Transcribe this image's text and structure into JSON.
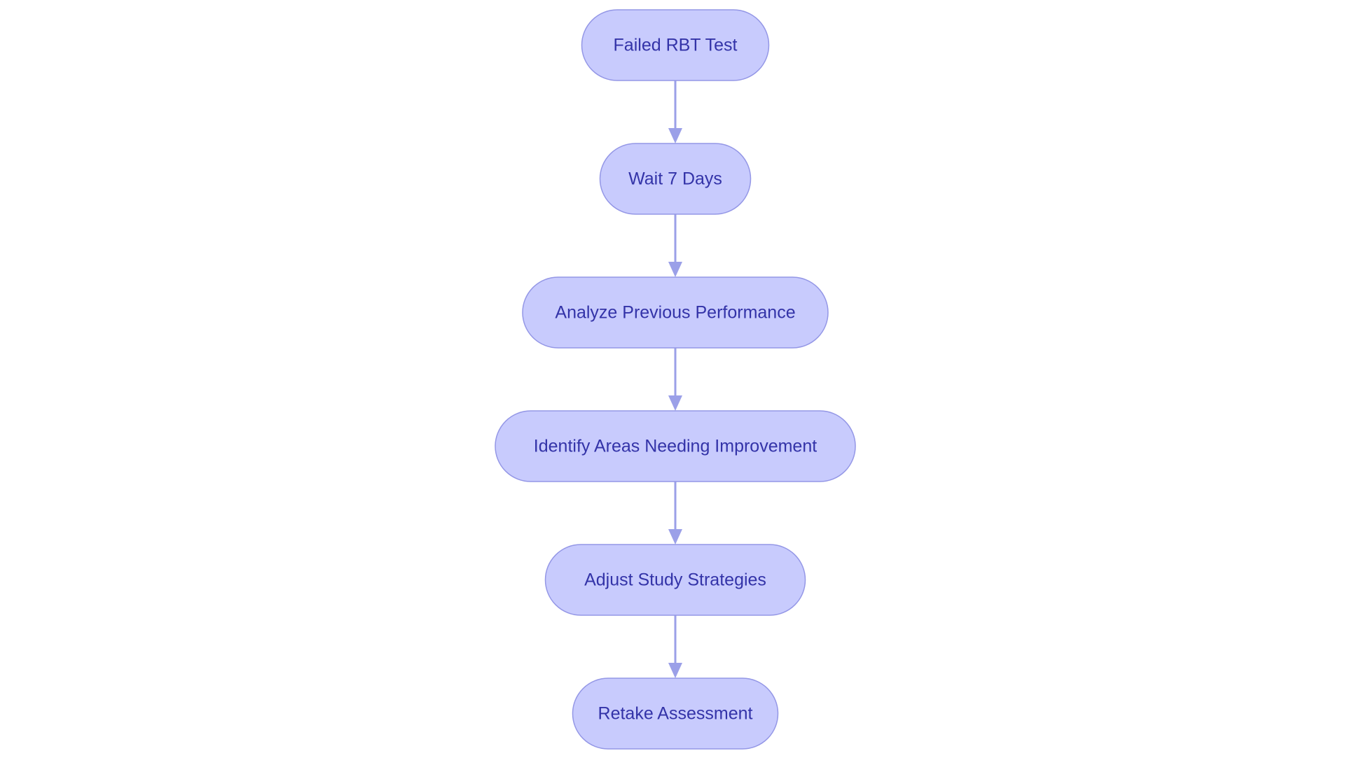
{
  "diagram": {
    "type": "flowchart",
    "direction": "top-to-bottom",
    "colors": {
      "node_fill": "#c8cbfd",
      "node_border": "#9497e6",
      "text": "#3333a8",
      "edge": "#9ba0e8"
    },
    "nodes": [
      {
        "id": "failed-rbt-test",
        "label": "Failed RBT Test"
      },
      {
        "id": "wait-7-days",
        "label": "Wait 7 Days"
      },
      {
        "id": "analyze-previous-performance",
        "label": "Analyze Previous Performance"
      },
      {
        "id": "identify-areas-needing-improvement",
        "label": "Identify Areas Needing Improvement"
      },
      {
        "id": "adjust-study-strategies",
        "label": "Adjust Study Strategies"
      },
      {
        "id": "retake-assessment",
        "label": "Retake Assessment"
      }
    ],
    "edges": [
      {
        "from": "failed-rbt-test",
        "to": "wait-7-days"
      },
      {
        "from": "wait-7-days",
        "to": "analyze-previous-performance"
      },
      {
        "from": "analyze-previous-performance",
        "to": "identify-areas-needing-improvement"
      },
      {
        "from": "identify-areas-needing-improvement",
        "to": "adjust-study-strategies"
      },
      {
        "from": "adjust-study-strategies",
        "to": "retake-assessment"
      }
    ]
  }
}
